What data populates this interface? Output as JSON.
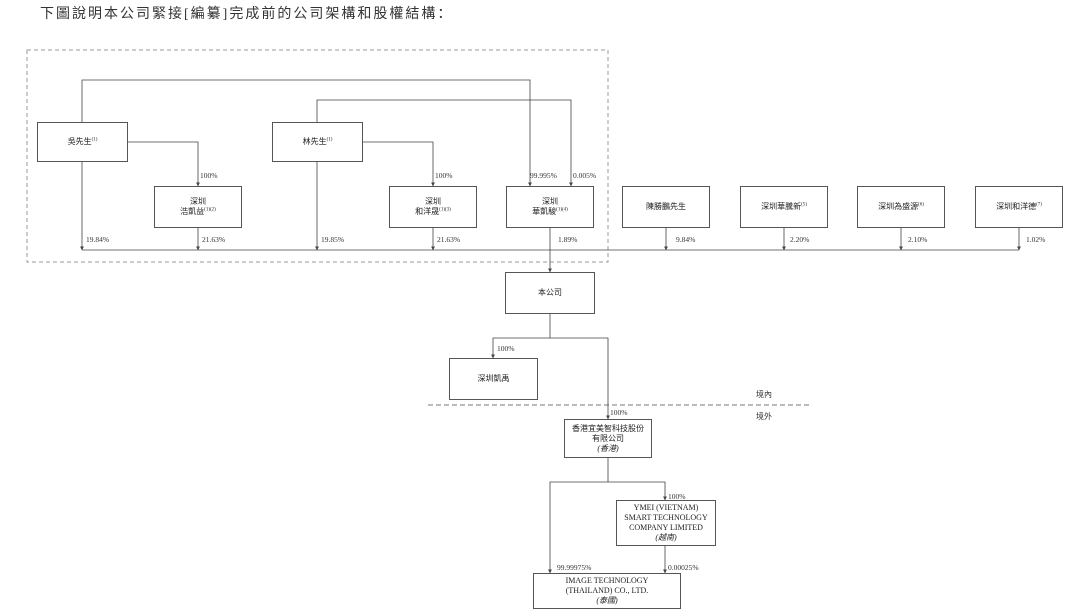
{
  "header": {
    "intro": "下圖說明本公司緊接[編纂]完成前的公司架構和股權結構："
  },
  "entities": {
    "wu": {
      "name": "吳先生",
      "note": "(1)"
    },
    "lin": {
      "name": "林先生",
      "note": "(1)"
    },
    "haokaiyi": {
      "line1": "深圳",
      "line2": "浩凱益",
      "note": "(1)(2)"
    },
    "heyangsheng": {
      "line1": "深圳",
      "line2": "和洋晟",
      "note": "(1)(3)"
    },
    "huakaijun": {
      "line1": "深圳",
      "line2": "華凱駿",
      "note": "(1)(4)"
    },
    "chen": {
      "name": "陳勝鵬先生"
    },
    "huatengxin": {
      "name": "深圳華騰新",
      "note": "(5)"
    },
    "weishengyuan": {
      "name": "深圳為盛源",
      "note": "(6)"
    },
    "heyangde": {
      "name": "深圳和洋德",
      "note": "(7)"
    },
    "company": {
      "name": "本公司"
    },
    "kaiyu": {
      "name": "深圳凱禹"
    },
    "hk": {
      "line1": "香港宜美智科技股份",
      "line2": "有限公司",
      "line3": "(香港)"
    },
    "vietnam": {
      "line1": "YMEI (VIETNAM)",
      "line2": "SMART TECHNOLOGY",
      "line3": "COMPANY LIMITED",
      "line4": "(越南)"
    },
    "thailand": {
      "line1": "IMAGE TECHNOLOGY",
      "line2": "(THAILAND) CO., LTD.",
      "line3": "(泰國)"
    }
  },
  "percentages": {
    "wu_haokaiyi": "100%",
    "lin_heyangsheng": "100%",
    "wu_huakaijun": "99.995%",
    "lin_huakaijun": "0.005%",
    "wu_company": "19.84%",
    "haokaiyi_company": "21.63%",
    "lin_company": "19.85%",
    "heyangsheng_company": "21.63%",
    "huakaijun_company": "1.89%",
    "chen_company": "9.84%",
    "huatengxin_company": "2.20%",
    "weishengyuan_company": "2.10%",
    "heyangde_company": "1.02%",
    "company_kaiyu": "100%",
    "company_hk": "100%",
    "hk_vietnam": "100%",
    "hk_thailand": "99.99975%",
    "vietnam_thailand": "0.00025%"
  },
  "labels": {
    "domestic": "境內",
    "overseas": "境外"
  },
  "colors": {
    "line": "#444444",
    "dashed_border": "#999999",
    "box_border": "#555555"
  }
}
